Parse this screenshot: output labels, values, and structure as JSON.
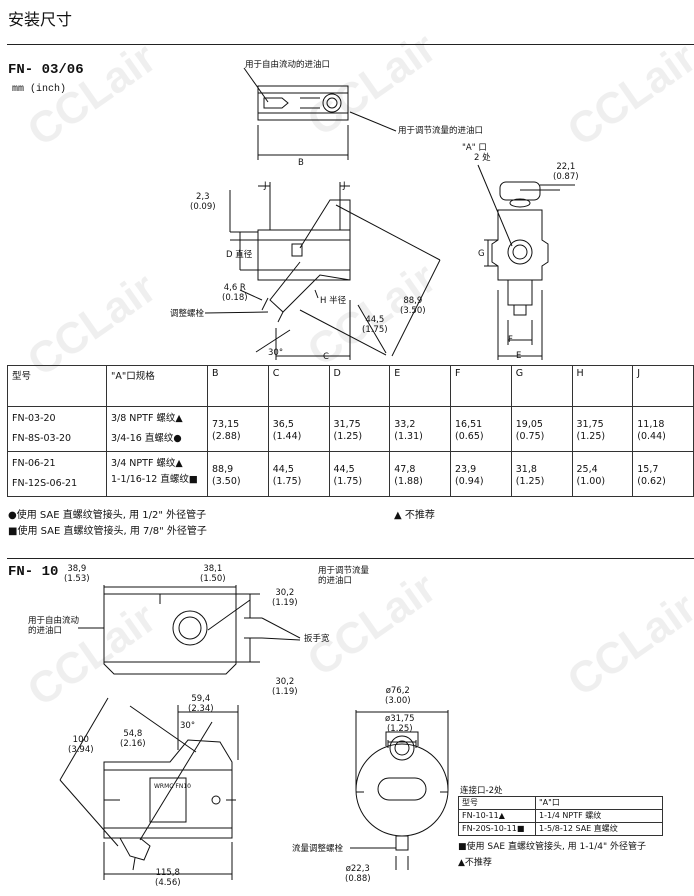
{
  "page_title": "安装尺寸",
  "watermark": "CCLair",
  "section1": {
    "model": "FN- 03/06",
    "unit": "mm  (inch)",
    "callouts": {
      "free_flow_inlet": "用于自由流动的进油口",
      "adjust_flow_inlet": "用于调节流量的进油口",
      "port_a": "\"A\" 口",
      "port_a_count": "2 处",
      "adjust_screw": "调整螺栓",
      "d_dia": "D 直径",
      "h_radius": "H 半径"
    },
    "dims": {
      "b": "B",
      "j1": "J",
      "j2": "J",
      "c": "C",
      "e": "E",
      "f": "F",
      "g": "G",
      "d23": "2,3",
      "d23i": "(0.09)",
      "d46": "4,6 R",
      "d46i": "(0.18)",
      "d445": "44,5",
      "d445i": "(1.75)",
      "d889": "88,9",
      "d889i": "(3.50)",
      "d221": "22,1",
      "d221i": "(0.87)",
      "angle": "30°"
    },
    "table": {
      "headers": [
        "型号",
        "\"A\"口规格",
        "B",
        "C",
        "D",
        "E",
        "F",
        "G",
        "H",
        "J"
      ],
      "rows": [
        {
          "models": [
            "FN-03-20",
            "FN-8S-03-20"
          ],
          "ports": [
            "3/8 NPTF 螺纹▲",
            "3/4-16 直螺纹●"
          ],
          "values": [
            [
              "73,15",
              "(2.88)"
            ],
            [
              "36,5",
              "(1.44)"
            ],
            [
              "31,75",
              "(1.25)"
            ],
            [
              "33,2",
              "(1.31)"
            ],
            [
              "16,51",
              "(0.65)"
            ],
            [
              "19,05",
              "(0.75)"
            ],
            [
              "31,75",
              "(1.25)"
            ],
            [
              "11,18",
              "(0.44)"
            ]
          ]
        },
        {
          "models": [
            "FN-06-21",
            "FN-12S-06-21"
          ],
          "ports": [
            "3/4 NPTF 螺纹▲",
            "1-1/16-12 直螺纹■"
          ],
          "values": [
            [
              "88,9",
              "(3.50)"
            ],
            [
              "44,5",
              "(1.75)"
            ],
            [
              "44,5",
              "(1.75)"
            ],
            [
              "47,8",
              "(1.88)"
            ],
            [
              "23,9",
              "(0.94)"
            ],
            [
              "31,8",
              "(1.25)"
            ],
            [
              "25,4",
              "(1.00)"
            ],
            [
              "15,7",
              "(0.62)"
            ]
          ]
        }
      ]
    },
    "notes": {
      "circle": "●使用 SAE 直螺纹管接头, 用 1/2\" 外径管子",
      "square": "■使用 SAE 直螺纹管接头, 用 7/8\" 外径管子",
      "triangle": "▲ 不推荐"
    }
  },
  "section2": {
    "model": "FN- 10",
    "callouts": {
      "free_flow_inlet": "用于自由流动\n的进油口",
      "adjust_flow_inlet": "用于调节流量\n的进油口",
      "wrench": "扳手宽",
      "adjust_screw": "流量调整螺栓",
      "plate": "WRMC FN10"
    },
    "dims": {
      "d389": "38,9",
      "d389i": "(1.53)",
      "d381": "38,1",
      "d381i": "(1.50)",
      "d302a": "30,2",
      "d302ai": "(1.19)",
      "d302b": "30,2",
      "d302bi": "(1.19)",
      "d594": "59,4",
      "d594i": "(2.34)",
      "d548": "54,8",
      "d548i": "(2.16)",
      "d100": "100",
      "d100i": "(3.94)",
      "angle": "30°",
      "d1158": "115,8",
      "d1158i": "(4.56)",
      "d762": "ø76,2",
      "d762i": "(3.00)",
      "d3175": "ø31,75",
      "d3175i": "(1.25)",
      "d223": "ø22,3",
      "d223i": "(0.88)"
    },
    "port_table": {
      "caption": "连接口-2处",
      "headers": [
        "型号",
        "\"A\"口"
      ],
      "rows": [
        [
          "FN-10-11▲",
          "1-1/4 NPTF 螺纹"
        ],
        [
          "FN-20S-10-11■",
          "1-5/8-12 SAE 直螺纹"
        ]
      ]
    },
    "notes": {
      "square": "■使用 SAE 直螺纹管接头, 用 1-1/4\" 外径管子",
      "triangle": "▲不推荐"
    }
  }
}
